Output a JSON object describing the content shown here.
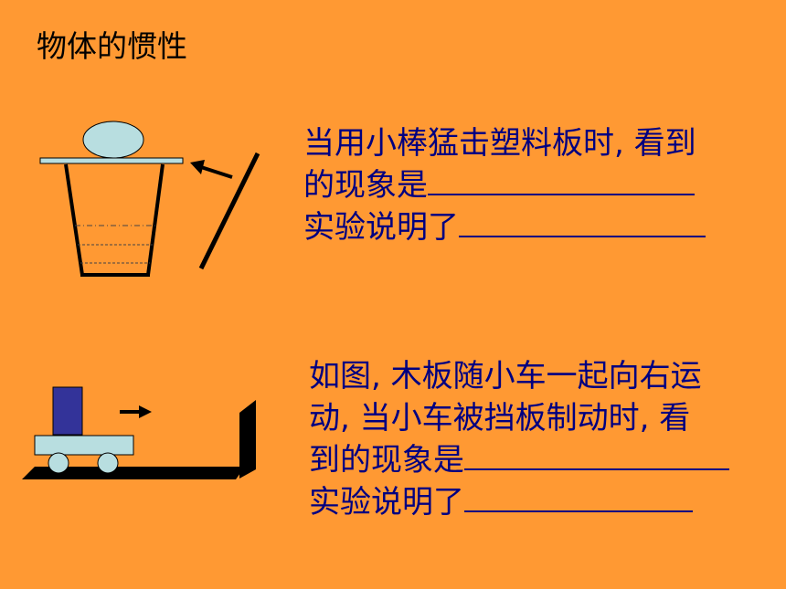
{
  "slide": {
    "title": "物体的惯性",
    "background_color": "#FF9933",
    "text_color": "#000080"
  },
  "experiment_1": {
    "line1": "当用小棒猛击塑料板时, 看到",
    "line2": "的现象是",
    "line3": "实验说明了",
    "illustration": {
      "objects": [
        "egg-icon",
        "plastic-board",
        "cup-icon",
        "water-lines",
        "stick-icon",
        "strike-arrow-icon"
      ],
      "colors": {
        "egg": "#B8DEE0",
        "board": "#B8DEE0",
        "outline": "#000000"
      }
    }
  },
  "experiment_2": {
    "line1": "如图, 木板随小车一起向右运",
    "line2": "动, 当小车被挡板制动时, 看",
    "line3": "到的现象是",
    "line4": "实验说明了",
    "illustration": {
      "objects": [
        "block-icon",
        "cart-icon",
        "wheel-icon",
        "motion-arrow-icon",
        "stopper-icon"
      ],
      "colors": {
        "block": "#333399",
        "cart": "#B8DEE0",
        "track": "#000000"
      }
    }
  }
}
